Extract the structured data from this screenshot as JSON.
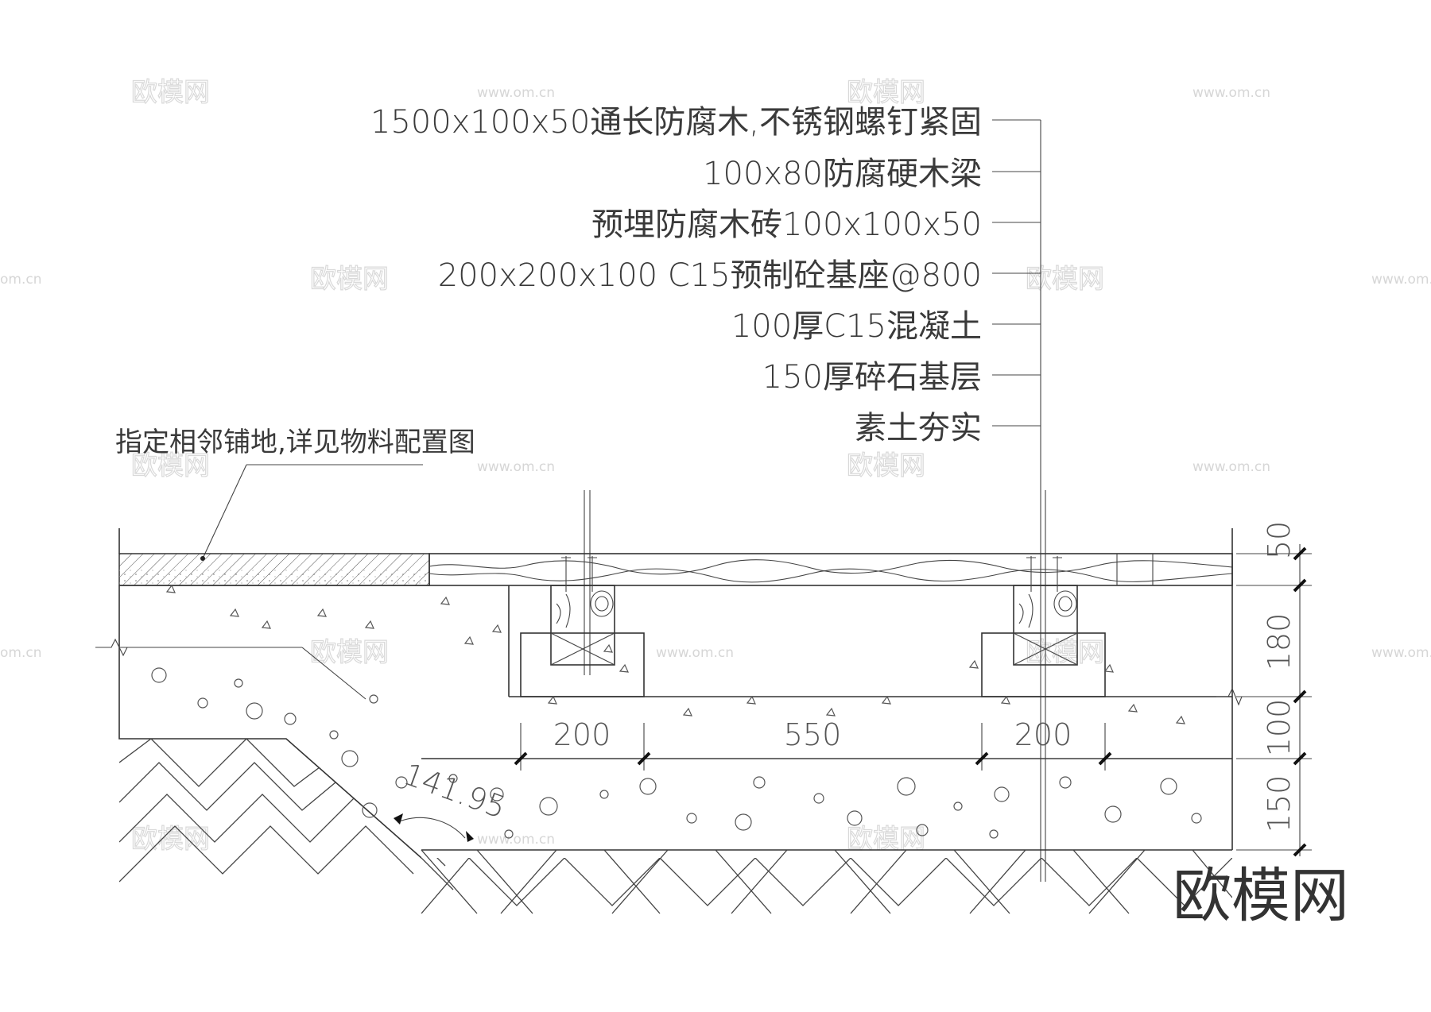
{
  "watermark": {
    "url": "www.om.cn",
    "url_partial": "om.cn",
    "brand": "欧模网"
  },
  "logo": {
    "text": "欧模网"
  },
  "callouts": [
    "1500x100x50通长防腐木,不锈钢螺钉紧固",
    "100x80防腐硬木梁",
    "预埋防腐木砖100x100x50",
    "200x200x100  C15预制砼基座@800",
    "100厚C15混凝土",
    "150厚碎石基层",
    "素土夯实"
  ],
  "left_note": "指定相邻铺地,详见物料配置图",
  "dimensions": {
    "horizontal": [
      "200",
      "550",
      "200"
    ],
    "vertical": [
      "50",
      "180",
      "100",
      "150"
    ],
    "slope": "141.95"
  }
}
